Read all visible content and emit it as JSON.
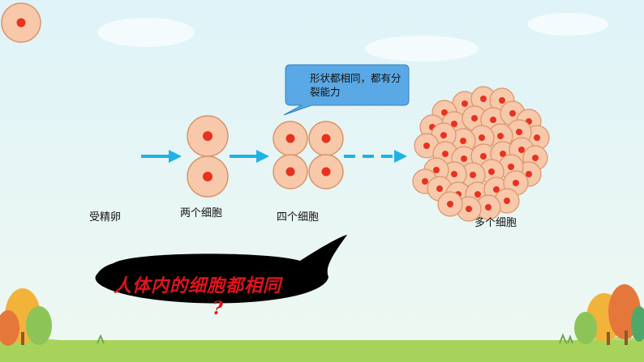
{
  "slide": {
    "bubble_text": "形状都相同，都有分裂能力",
    "stages": [
      {
        "label": "受精卵"
      },
      {
        "label": "两个细胞"
      },
      {
        "label": "四个细胞"
      },
      {
        "label": "多个细胞"
      }
    ],
    "question": {
      "text": "人体内的细胞都相同",
      "mark": "?"
    }
  },
  "colors": {
    "cell_fill": "#f7c8aa",
    "cell_stroke": "#d9956a",
    "nucleus": "#e8321e",
    "arrow": "#1fb2e6",
    "bubble_fill": "#5aa9e6",
    "question_bg": "#000000",
    "question_text": "#e0141c",
    "sky": "#d9f2f8",
    "grass": "#a8d35a"
  }
}
